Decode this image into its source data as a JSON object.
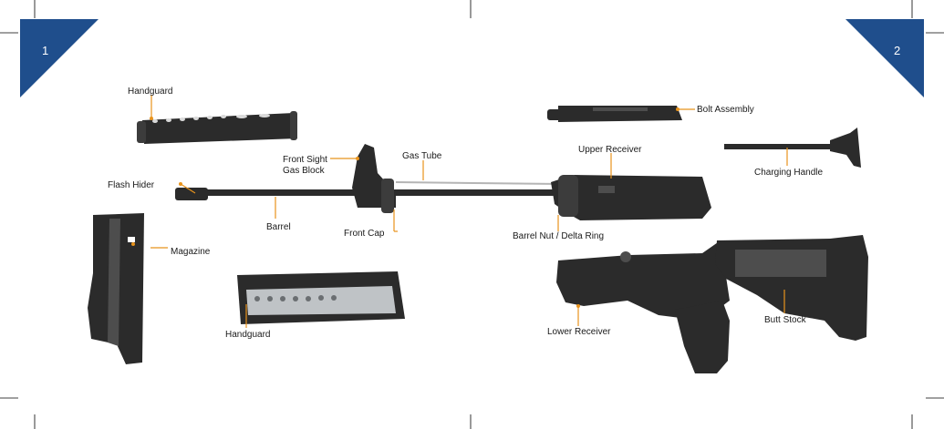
{
  "pages": {
    "left": "1",
    "right": "2"
  },
  "colors": {
    "corner_triangle": "#1f4e8c",
    "leader": "#e8931c",
    "text": "#1a1a1a"
  },
  "labels": {
    "handguard_top": "Handguard",
    "front_sight_line1": "Front Sight",
    "front_sight_line2": "Gas Block",
    "gas_tube": "Gas Tube",
    "flash_hider": "Flash Hider",
    "barrel": "Barrel",
    "front_cap": "Front Cap",
    "magazine": "Magazine",
    "handguard_bottom": "Handguard",
    "bolt_assembly": "Bolt Assembly",
    "upper_receiver": "Upper Receiver",
    "charging_handle": "Charging Handle",
    "barrel_nut": "Barrel Nut / Delta Ring",
    "lower_receiver": "Lower Receiver",
    "butt_stock": "Butt Stock"
  }
}
